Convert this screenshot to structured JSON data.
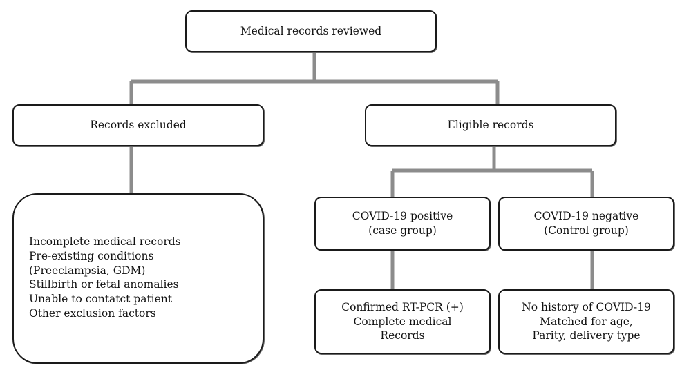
{
  "diagram": {
    "root": {
      "label": "Medical records reviewed"
    },
    "excluded": {
      "label": "Records excluded",
      "reasons": [
        "Incomplete medical records",
        "Pre-existing conditions",
        "(Preeclampsia, GDM)",
        "Stillbirth or fetal anomalies",
        "Unable to contatct patient",
        "Other exclusion factors"
      ]
    },
    "eligible": {
      "label": "Eligible records"
    },
    "positive": {
      "lines": [
        "COVID-19 positive",
        "(case group)"
      ],
      "detail": [
        "Confirmed RT-PCR (+)",
        "Complete medical",
        "Records"
      ]
    },
    "negative": {
      "lines": [
        "COVID-19 negative",
        "(Control group)"
      ],
      "detail": [
        "No history of COVID-19",
        "Matched for age,",
        "Parity, delivery type"
      ]
    },
    "colors": {
      "connector": "#8c8c8c",
      "box_border": "#1a1a1a"
    }
  }
}
